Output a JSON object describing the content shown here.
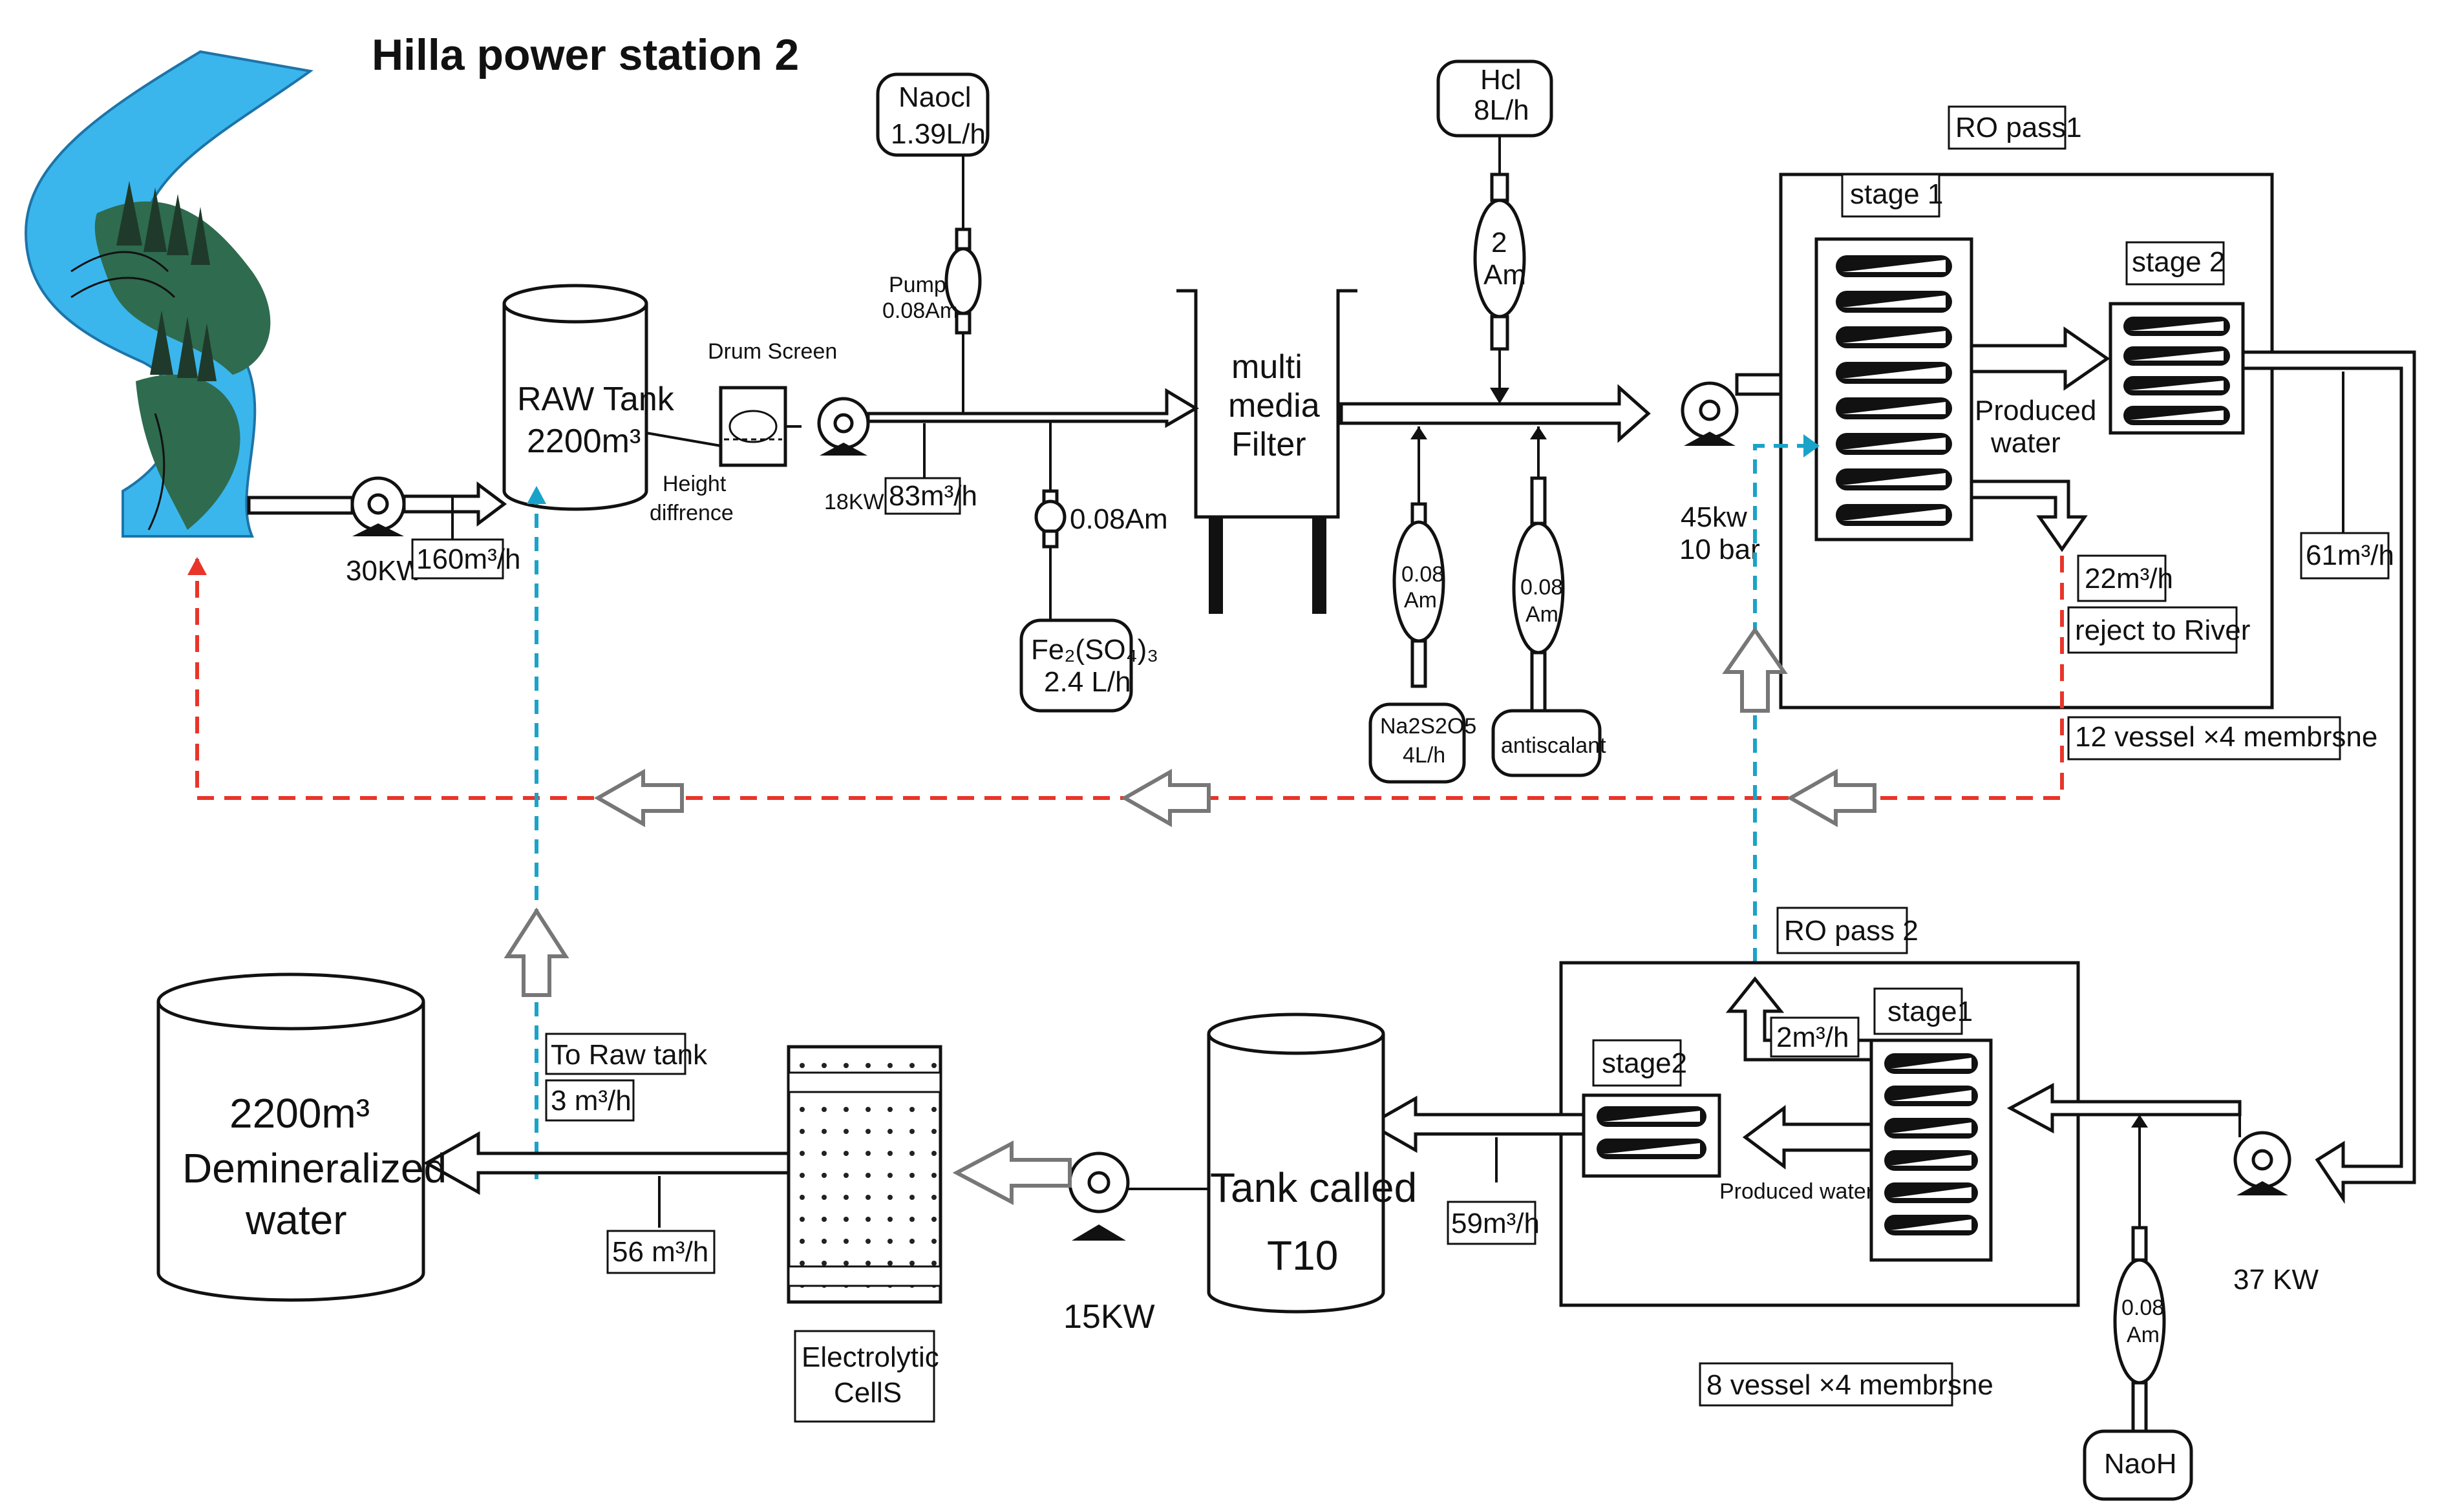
{
  "title": "Hilla power station 2",
  "raw_tank": {
    "line1": "RAW Tank",
    "line2": "2200m³"
  },
  "pumps": {
    "p30": "30KW",
    "p18": "18KW",
    "p45_l1": "45kw",
    "p45_l2": "10 bar",
    "p37": "37 KW",
    "p15": "15KW"
  },
  "flows": {
    "f160": "160m³/h",
    "f83": "83m³/h",
    "f22": "22m³/h",
    "f61": "61m³/h",
    "f59": "59m³/h",
    "f2": "2m³/h",
    "f3": "3 m³/h",
    "f56": "56 m³/h"
  },
  "drum_screen": "Drum Screen",
  "height_diff": {
    "l1": "Height",
    "l2": "diffrence"
  },
  "naocl": {
    "l1": "Naocl",
    "l2": "1.39L/h"
  },
  "pump_small": {
    "l1": "Pump",
    "l2": "0.08Am"
  },
  "fe_pump": "0.08Am",
  "fe": {
    "l1": "Fe₂(SO₄)₃",
    "l2": "2.4 L/h"
  },
  "mmf": {
    "l1": "multi",
    "l2": "media",
    "l3": "Filter"
  },
  "hcl": {
    "l1": "Hcl",
    "l2": "8L/h"
  },
  "hcl_pump": {
    "l1": "2",
    "l2": "Am"
  },
  "na_pump": {
    "l1": "0.08",
    "l2": "Am"
  },
  "anti_pump": {
    "l1": "0.08",
    "l2": "Am"
  },
  "na2s2o5": {
    "l1": "Na2S2O5",
    "l2": "4L/h"
  },
  "antiscalant": "antiscalant",
  "ro1": {
    "title": "RO pass1",
    "stage1": "stage 1",
    "stage2": "stage 2",
    "produced_l1": "Produced",
    "produced_l2": "water",
    "reject": "reject to River",
    "vessels": "12 vessel ×4 membrsne"
  },
  "ro2": {
    "title": "RO pass 2",
    "stage1": "stage1",
    "stage2": "stage2",
    "produced": "Produced water",
    "vessels": "8 vessel ×4 membrsne"
  },
  "naoh_pump": {
    "l1": "0.08",
    "l2": "Am"
  },
  "naoh": "NaoH",
  "t10": {
    "l1": "Tank called",
    "l2": "T10"
  },
  "cells": {
    "l1": "Electrolytic",
    "l2": "CellS"
  },
  "to_raw": "To Raw tank",
  "demin": {
    "l1": "2200m³",
    "l2": "Demineralized",
    "l3": "water"
  },
  "colors": {
    "reject_line": "#e8352a",
    "return_line": "#1aa3c8",
    "river": "#3ab6ec",
    "land": "#2e6b4f"
  }
}
